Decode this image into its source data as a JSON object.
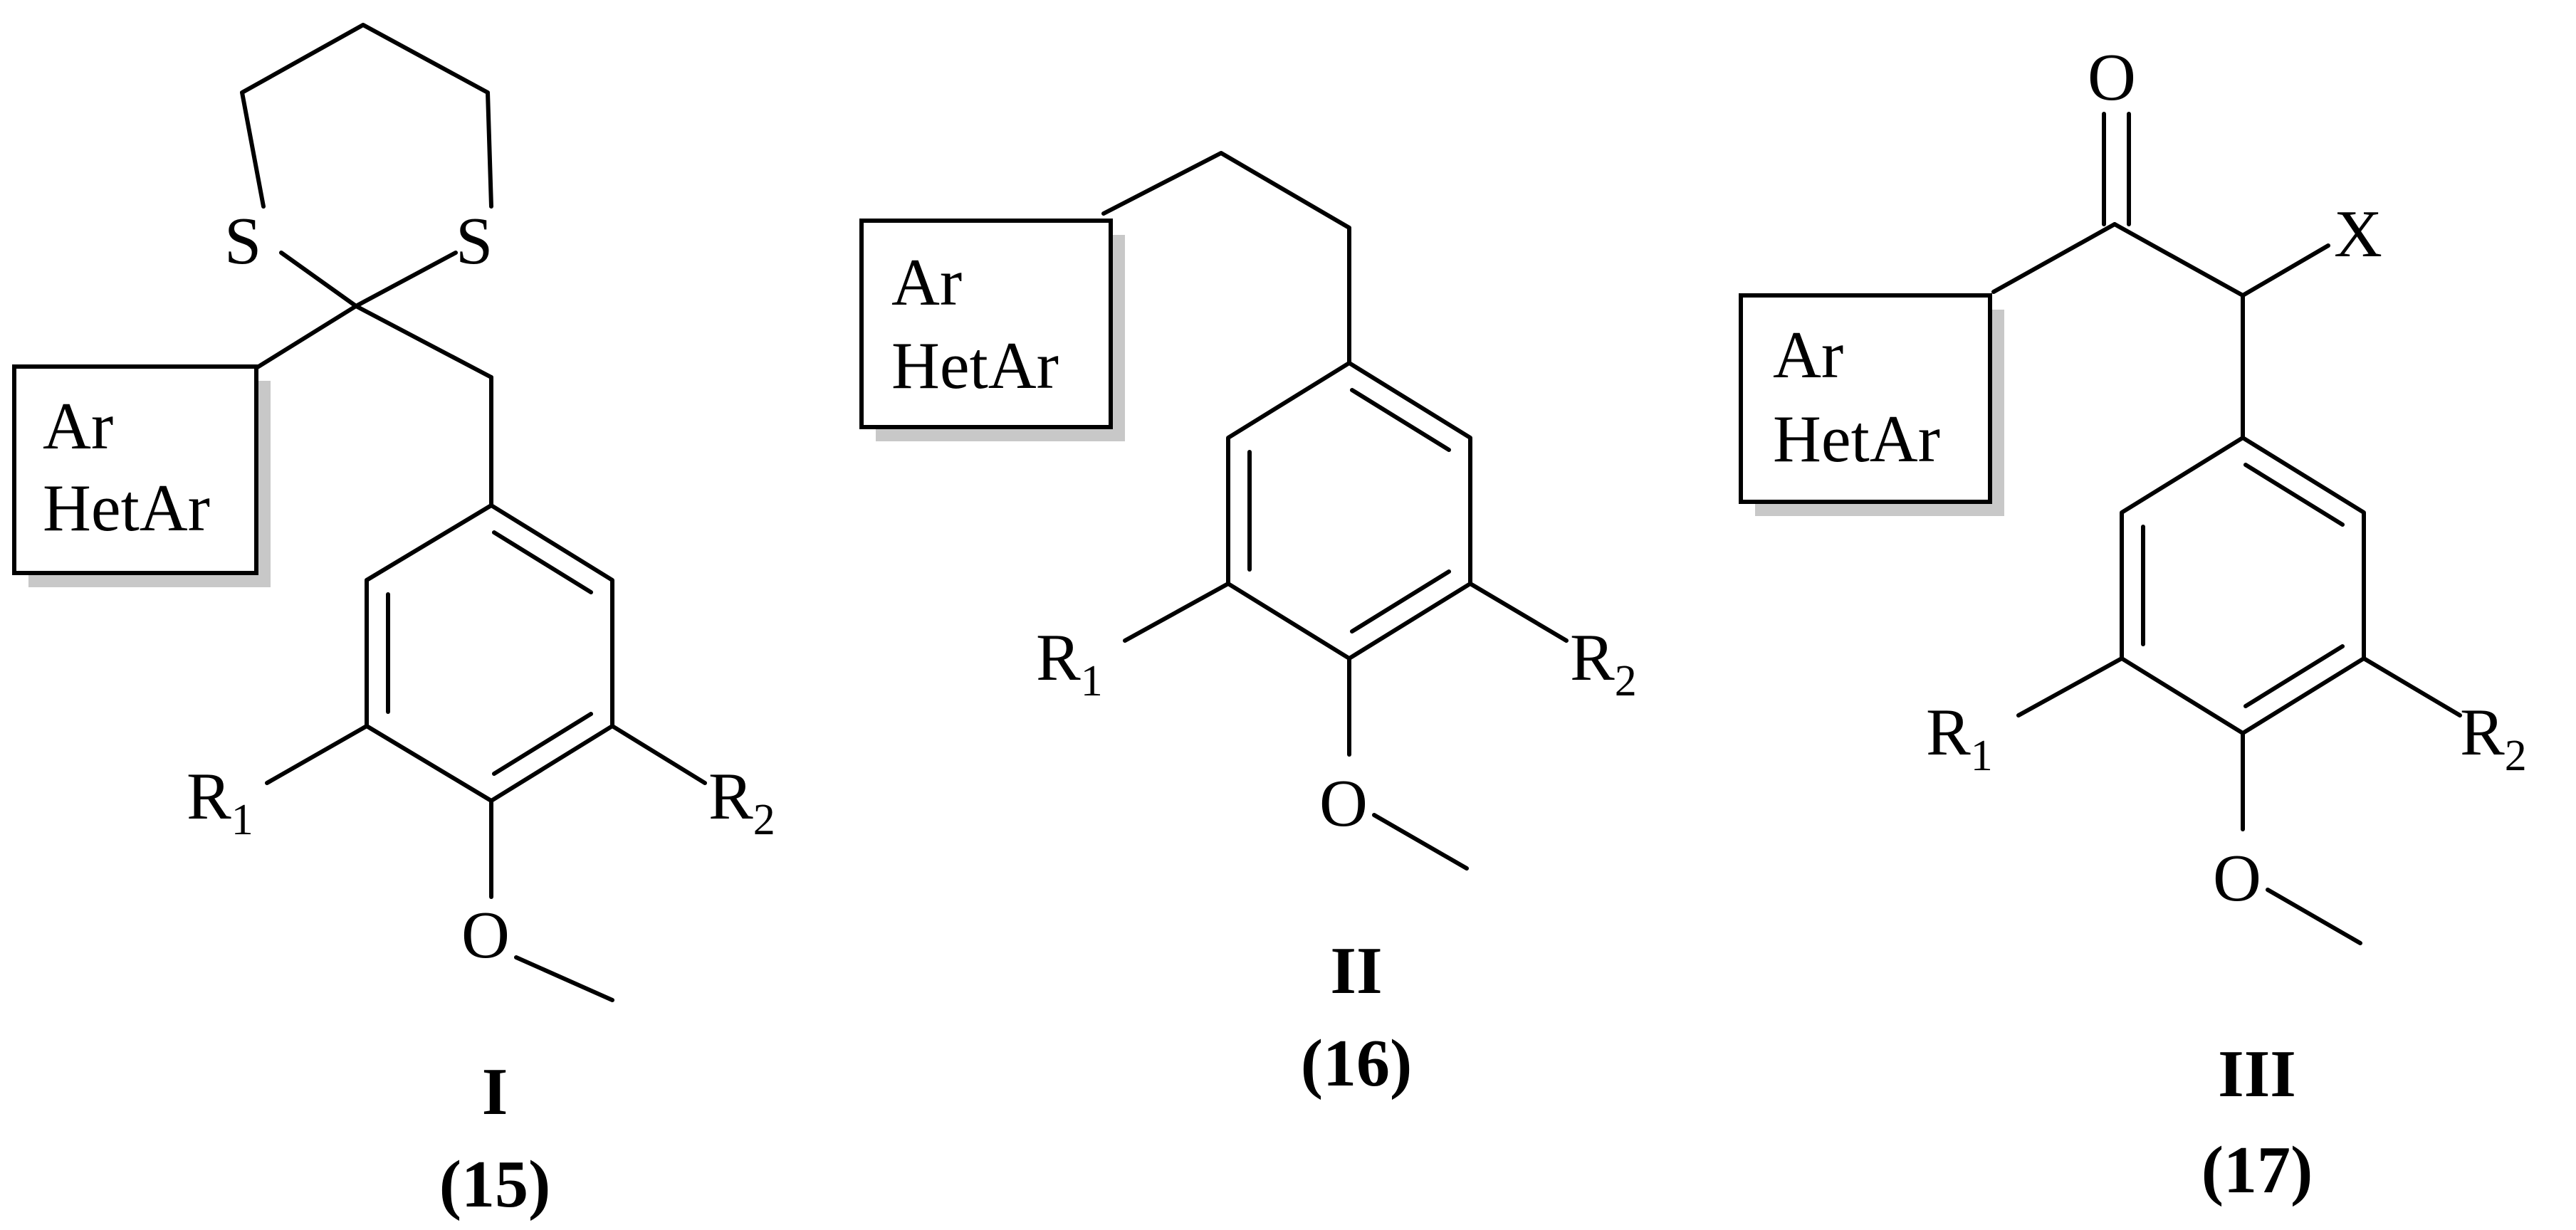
{
  "structures": [
    {
      "roman": "I",
      "number": "(15)",
      "atoms": {
        "S_left": "S",
        "S_right": "S",
        "O": "O"
      },
      "box": {
        "line1": "Ar",
        "line2": "HetAr"
      },
      "substituents": {
        "r1": "R",
        "r1_sub": "1",
        "r2": "R",
        "r2_sub": "2"
      }
    },
    {
      "roman": "II",
      "number": "(16)",
      "atoms": {
        "O": "O"
      },
      "box": {
        "line1": "Ar",
        "line2": "HetAr"
      },
      "substituents": {
        "r1": "R",
        "r1_sub": "1",
        "r2": "R",
        "r2_sub": "2"
      }
    },
    {
      "roman": "III",
      "number": "(17)",
      "atoms": {
        "O_carbonyl": "O",
        "X": "X",
        "O": "O"
      },
      "box": {
        "line1": "Ar",
        "line2": "HetAr"
      },
      "substituents": {
        "r1": "R",
        "r1_sub": "1",
        "r2": "R",
        "r2_sub": "2"
      }
    }
  ]
}
